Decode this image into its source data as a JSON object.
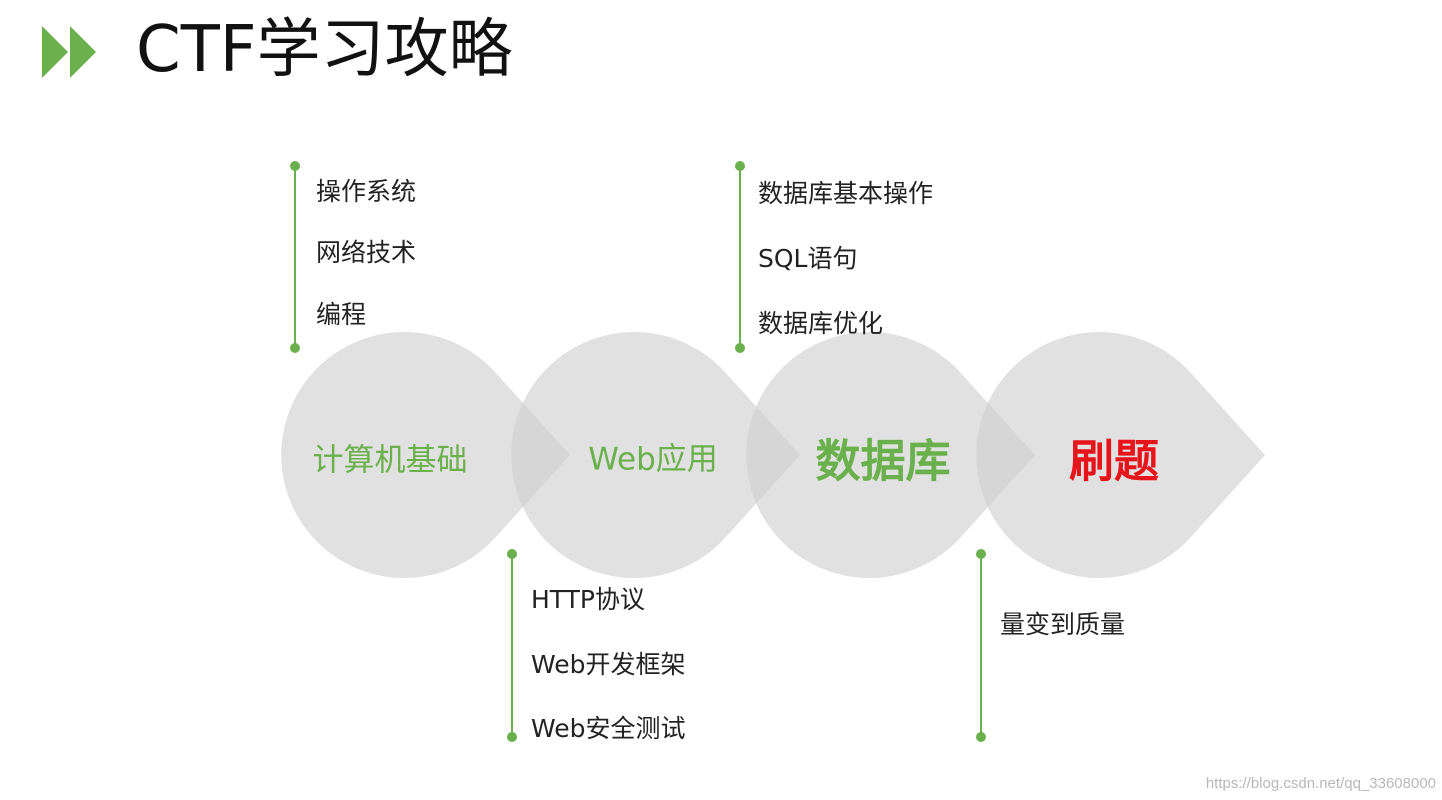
{
  "title": "CTF学习攻略",
  "colors": {
    "accent": "#6ab04c",
    "highlight": "#e8141b",
    "shape": "#dcdcdc",
    "text": "#222222"
  },
  "stages": [
    {
      "id": "computer-basics",
      "label": "计算机基础"
    },
    {
      "id": "web-app",
      "label": "Web应用"
    },
    {
      "id": "database",
      "label": "数据库"
    },
    {
      "id": "practice",
      "label": "刷题"
    }
  ],
  "groups": [
    {
      "stage": "computer-basics",
      "items": [
        "操作系统",
        "网络技术",
        "编程"
      ]
    },
    {
      "stage": "database",
      "items": [
        "数据库基本操作",
        "SQL语句",
        "数据库优化"
      ]
    },
    {
      "stage": "web-app",
      "items": [
        "HTTP协议",
        "Web开发框架",
        "Web安全测试"
      ]
    },
    {
      "stage": "practice",
      "items": [
        "量变到质量"
      ]
    }
  ],
  "watermark": "https://blog.csdn.net/qq_33608000"
}
